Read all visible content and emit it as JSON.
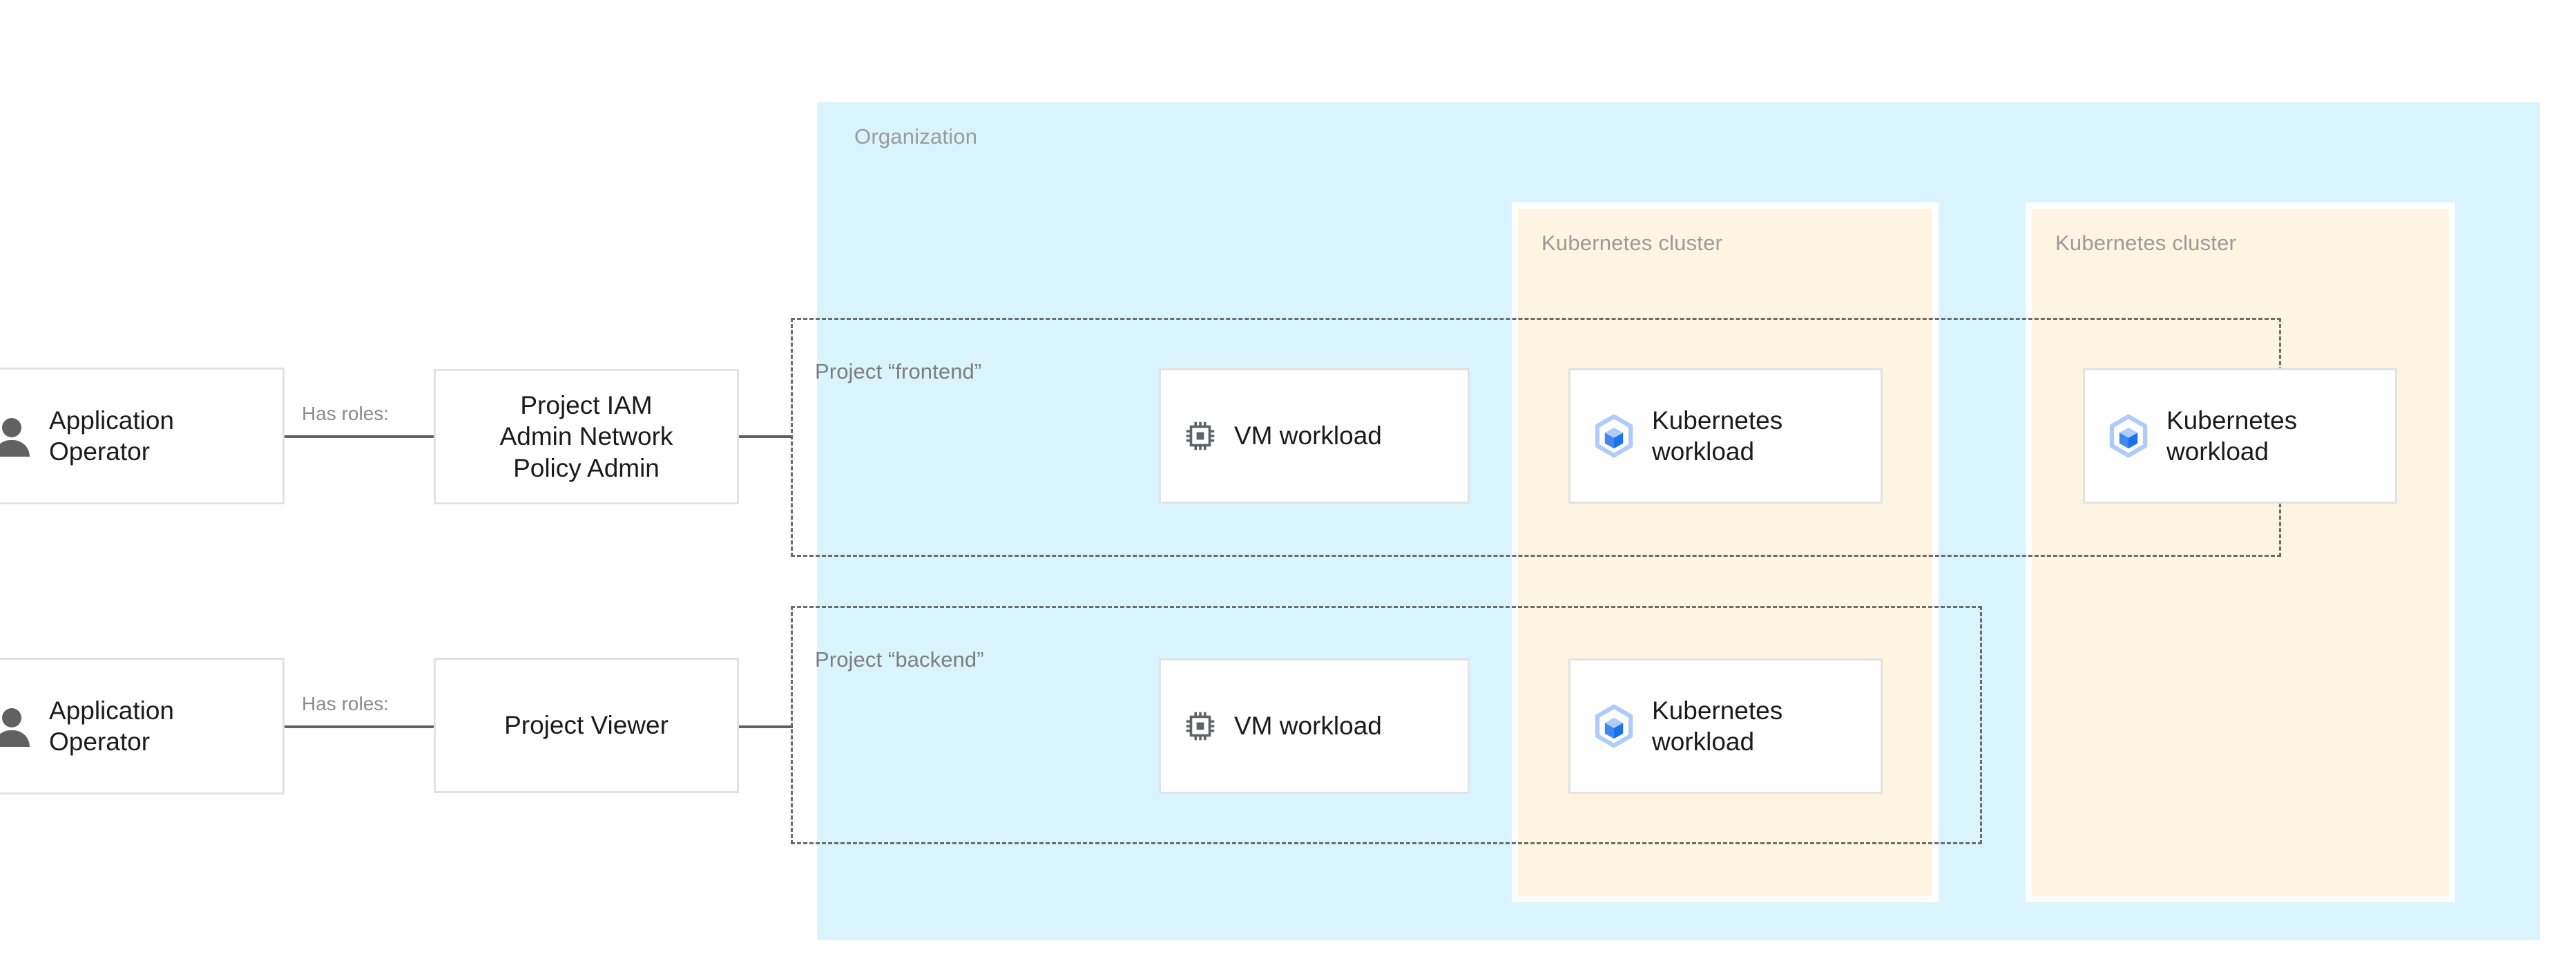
{
  "diagram": {
    "organization": {
      "label": "Organization"
    },
    "clusters": [
      {
        "label": "Kubernetes cluster"
      },
      {
        "label": "Kubernetes cluster"
      }
    ],
    "projects": [
      {
        "label": "Project “frontend”"
      },
      {
        "label": "Project “backend”"
      }
    ],
    "actors": [
      {
        "label": "Application\nOperator",
        "icon": "person-icon"
      },
      {
        "label": "Application\nOperator",
        "icon": "person-icon"
      }
    ],
    "roles": [
      {
        "label": "Project IAM\nAdmin Network\nPolicy Admin"
      },
      {
        "label": "Project Viewer"
      }
    ],
    "edge_labels": [
      {
        "text": "Has roles:"
      },
      {
        "text": "Has roles:"
      }
    ],
    "workloads": [
      {
        "label": "VM workload",
        "icon": "cpu-chip-icon"
      },
      {
        "label": "Kubernetes\nworkload",
        "icon": "kubernetes-cube-icon"
      },
      {
        "label": "Kubernetes\nworkload",
        "icon": "kubernetes-cube-icon"
      },
      {
        "label": "VM workload",
        "icon": "cpu-chip-icon"
      },
      {
        "label": "Kubernetes\nworkload",
        "icon": "kubernetes-cube-icon"
      }
    ],
    "colors": {
      "organization_fill": "#daf4fd",
      "cluster_fill": "#fdf5e1",
      "card_border": "#e2e2e2",
      "label_text": "#9a9a9a",
      "body_text": "#1b1b1b",
      "connector": "#5f6368",
      "kubernetes_blue": "#4285f4",
      "kubernetes_light_blue": "#aecbfa",
      "icon_grey": "#616161",
      "page_background": "#ffffff"
    }
  }
}
